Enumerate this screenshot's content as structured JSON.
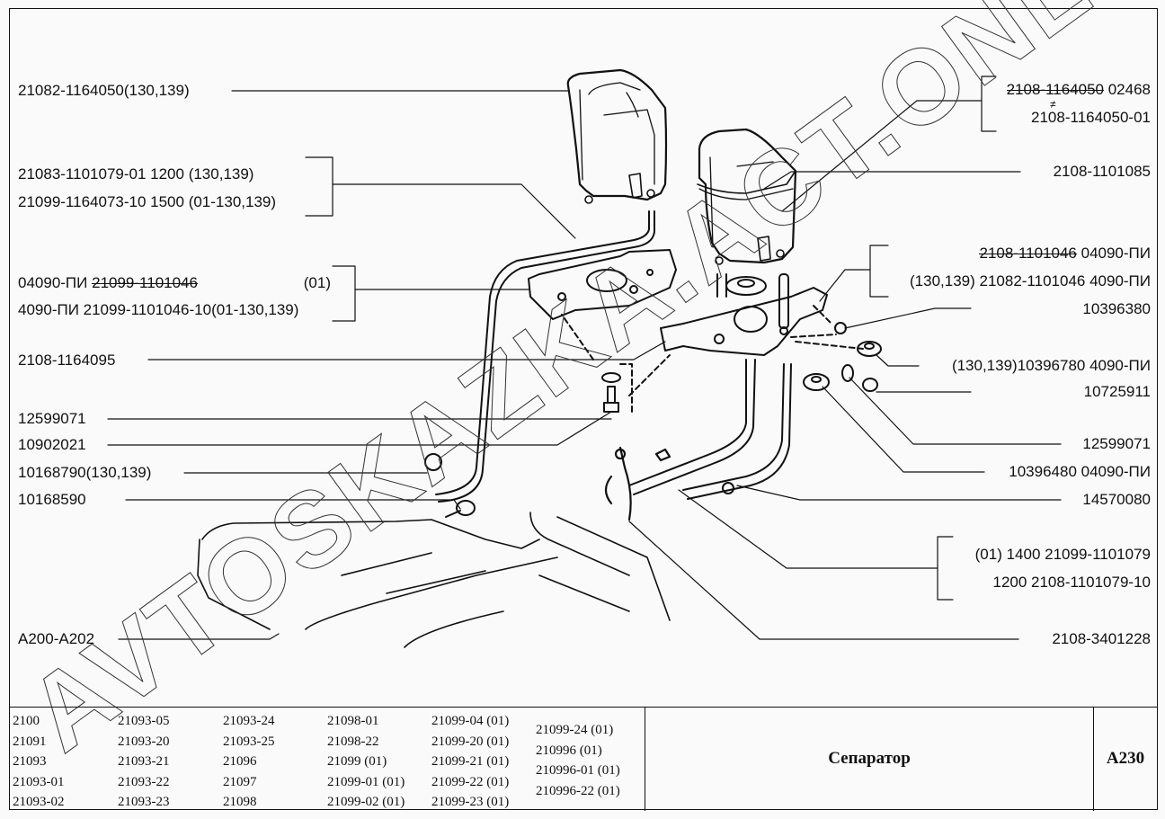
{
  "document": {
    "title": "Сепаратор",
    "code": "A230"
  },
  "watermark": "AVTOSKAZKA.ACT.ONLINE",
  "callouts_left": [
    {
      "text": "21082-1164050(130,139)"
    },
    {
      "text": "21083-1101079-01  1200 (130,139)"
    },
    {
      "text": "21099-1164073-10  1500 (01-130,139)"
    },
    {
      "pre": "04090-ПИ ",
      "struck": "21099-1101046",
      "post": "",
      "suffix": "(01)"
    },
    {
      "text": "4090-ПИ 21099-1101046-10(01-130,139)"
    },
    {
      "text": "2108-1164095"
    },
    {
      "text": "12599071"
    },
    {
      "text": "10902021"
    },
    {
      "text": "10168790(130,139)"
    },
    {
      "text": "10168590"
    },
    {
      "text": "A200-A202"
    }
  ],
  "callouts_right": [
    {
      "struck": "2108-1164050",
      "post": " 02468"
    },
    {
      "text": "2108-1164050-01",
      "mark": "≠"
    },
    {
      "text": "2108-1101085"
    },
    {
      "struck": "2108-1101046",
      "post": " 04090-ПИ"
    },
    {
      "text": "(130,139) 21082-1101046 4090-ПИ"
    },
    {
      "text": "10396380"
    },
    {
      "text": "(130,139)10396780 4090-ПИ"
    },
    {
      "text": "10725911"
    },
    {
      "text": "12599071"
    },
    {
      "text": "10396480 04090-ПИ"
    },
    {
      "text": "14570080"
    },
    {
      "text": "(01) 1400  21099-1101079"
    },
    {
      "text": "1200  2108-1101079-10"
    },
    {
      "text": "2108-3401228"
    }
  ],
  "applicability": {
    "col1": [
      "2100",
      "21091",
      "21093",
      "21093-01",
      "21093-02"
    ],
    "col2": [
      "21093-05",
      "21093-20",
      "21093-21",
      "21093-22",
      "21093-23"
    ],
    "col3": [
      "21093-24",
      "21093-25",
      "21096",
      "21097",
      "21098"
    ],
    "col4": [
      "21098-01",
      "21098-22",
      "21099 (01)",
      "21099-01 (01)",
      "21099-02 (01)"
    ],
    "col5": [
      "21099-04 (01)",
      "21099-20 (01)",
      "21099-21 (01)",
      "21099-22 (01)",
      "21099-23 (01)"
    ],
    "col6": [
      "21099-24 (01)",
      "210996 (01)",
      "210996-01 (01)",
      "210996-22 (01)"
    ]
  }
}
